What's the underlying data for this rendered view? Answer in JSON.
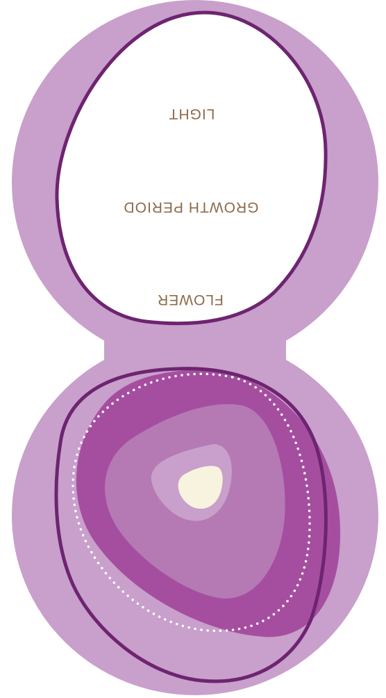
{
  "labels": {
    "light": "LIGHT",
    "growth_period": "GROWTH PERIOD",
    "flower": "FLOWER"
  },
  "colors": {
    "background": "#ffffff",
    "outer_lavender": "#c8a0cb",
    "outline_purple": "#6e2470",
    "magenta_band": "#a54e9f",
    "inner_mauve": "#b57ab4",
    "core_lavender": "#c8a0cb",
    "center_cream": "#f8f3de",
    "dots_white": "#ffffff",
    "text_brown": "#8d6a4a"
  }
}
